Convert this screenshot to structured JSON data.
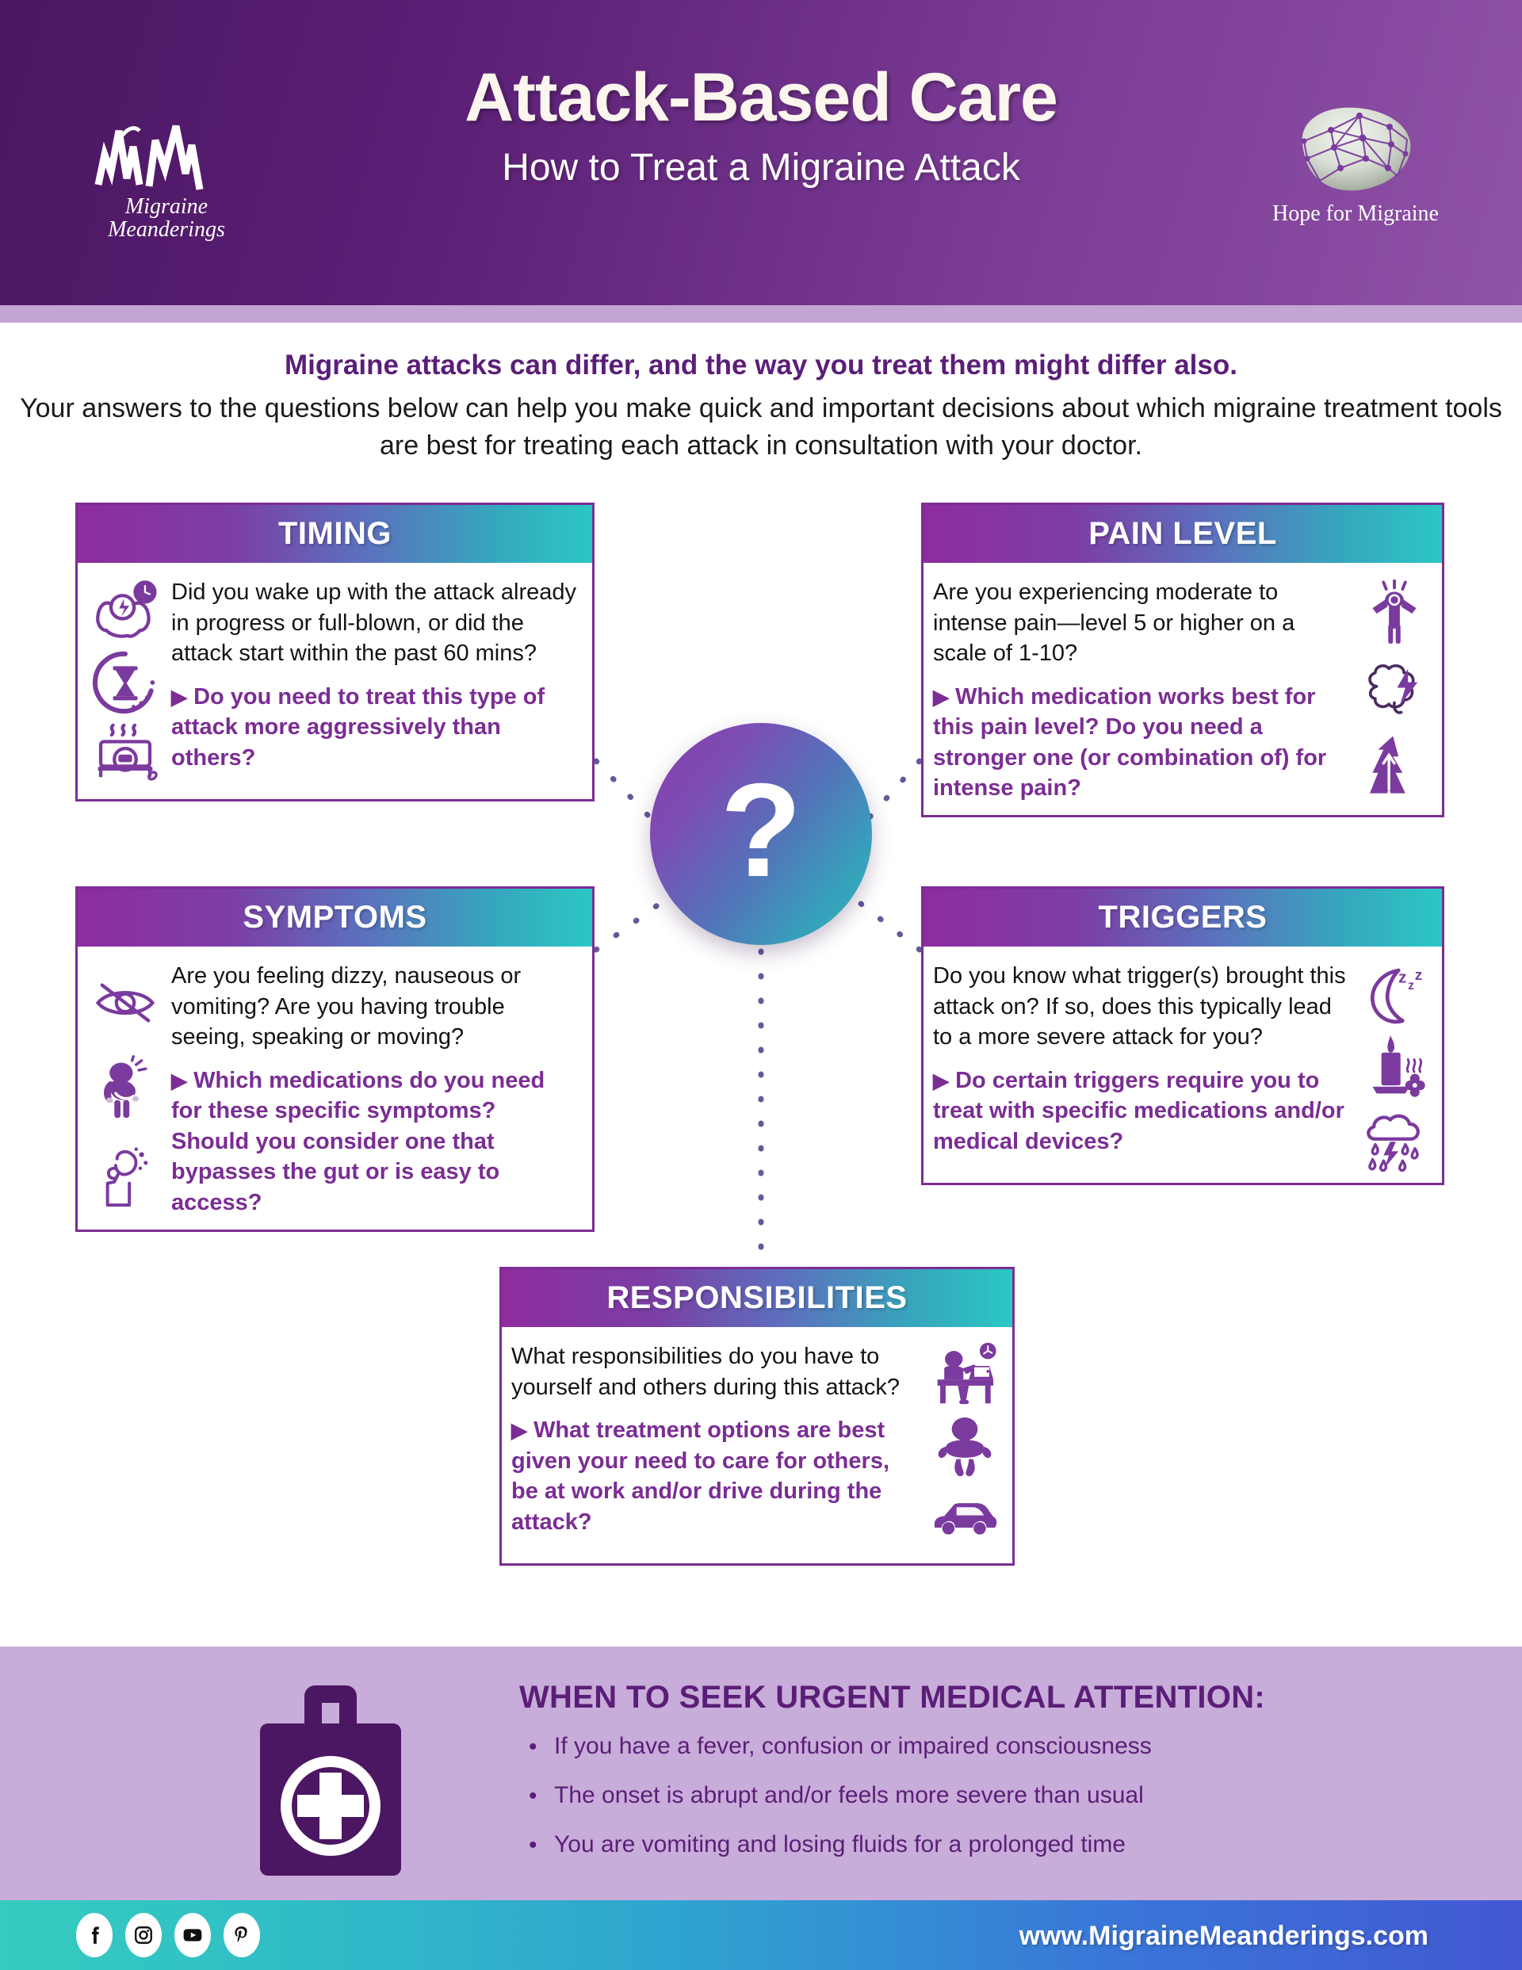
{
  "header": {
    "title": "Attack-Based Care",
    "subtitle": "How to Treat a Migraine Attack",
    "left_logo": {
      "initials": "MM",
      "line1": "Migraine",
      "line2": "Meanderings"
    },
    "right_logo": {
      "label": "Hope for Migraine"
    }
  },
  "intro": {
    "lead": "Migraine attacks can differ, and the way you treat them might differ also.",
    "body": "Your answers to the questions below can help you make quick and important decisions about which migraine treatment tools are best for treating each attack in consultation with your doctor."
  },
  "center": {
    "symbol": "?"
  },
  "cards": [
    {
      "id": "timing",
      "title": "TIMING",
      "question": "Did you wake up with the attack already in progress or full-blown,  or did the attack start within the past 60 mins?",
      "prompt": "Do you need to treat this type of attack more aggressively than others?",
      "arrow": "▶",
      "icons": [
        "head-pain-clock-icon",
        "hourglass-timer-icon",
        "person-sleeping-in-bed-icon"
      ]
    },
    {
      "id": "pain",
      "title": "PAIN LEVEL",
      "question": "Are you experiencing moderate to intense pain—level 5 or higher on a scale of 1-10?",
      "prompt": "Which medication works best for this pain level? Do you need a stronger one (or combination of) for intense pain?",
      "arrow": "▶",
      "icons": [
        "person-holding-head-icon",
        "brain-lightning-icon",
        "rising-arrow-icon"
      ]
    },
    {
      "id": "symptoms",
      "title": "SYMPTOMS",
      "question": "Are you feeling dizzy, nauseous or vomiting? Are you having trouble seeing, speaking or moving?",
      "prompt": "Which medications do you need for these specific symptoms? Should you consider one that bypasses the gut or is easy to access?",
      "arrow": "▶",
      "icons": [
        "eye-crossed-out-icon",
        "person-nauseous-icon",
        "person-dizzy-icon"
      ]
    },
    {
      "id": "triggers",
      "title": "TRIGGERS",
      "question": "Do you know what trigger(s) brought this attack on? If so, does this typically lead to a more severe attack for you?",
      "prompt": "Do certain triggers require you to treat with specific medications and/or medical devices?",
      "arrow": "▶",
      "icons": [
        "moon-sleep-icon",
        "scented-candle-icon",
        "storm-cloud-rain-icon"
      ]
    },
    {
      "id": "responsibilities",
      "title": "RESPONSIBILITIES",
      "question": "What responsibilities do you have to yourself and others during this attack?",
      "prompt": "What treatment options are best given your need to care for others, be at work and/or drive during the attack?",
      "arrow": "▶",
      "icons": [
        "person-at-desk-working-icon",
        "baby-icon",
        "car-icon"
      ]
    }
  ],
  "urgent": {
    "title": "WHEN TO SEEK URGENT MEDICAL ATTENTION:",
    "icon": "first-aid-kit-icon",
    "bullet": "•",
    "items": [
      "If you have a fever, confusion or impaired consciousness",
      "The onset is abrupt and/or feels more severe than usual",
      "You are vomiting and losing fluids for a prolonged time"
    ]
  },
  "footer": {
    "url": "www.MigraineMeanderings.com",
    "social": [
      {
        "name": "facebook-icon",
        "glyph": "f"
      },
      {
        "name": "instagram-icon",
        "glyph": "▣"
      },
      {
        "name": "youtube-icon",
        "glyph": "▶"
      },
      {
        "name": "pinterest-icon",
        "glyph": "P"
      }
    ]
  },
  "colors": {
    "header_purple": "#4b1762",
    "brand_purple": "#7b2d94",
    "deep_purple": "#5b1e78",
    "teal": "#2bc7c4",
    "lavender_band": "#c8acd9",
    "icon_purple": "#7b3a9e"
  }
}
